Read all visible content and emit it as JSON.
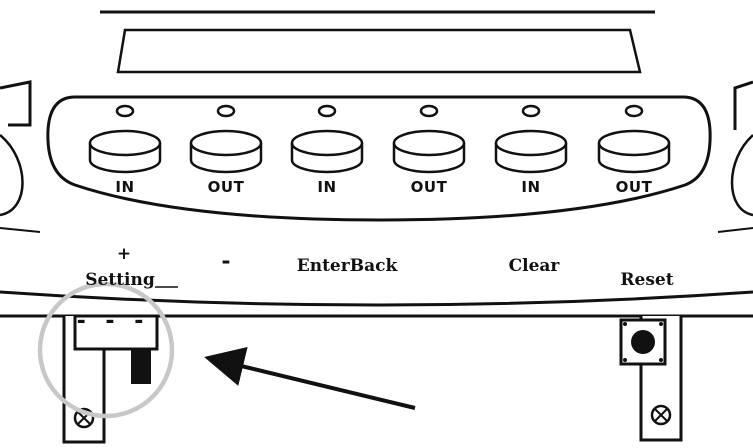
{
  "buttons": [
    {
      "label": "IN"
    },
    {
      "label": "OUT"
    },
    {
      "label": "IN"
    },
    {
      "label": "OUT"
    },
    {
      "label": "IN"
    },
    {
      "label": "OUT"
    }
  ],
  "keys": {
    "plus": "+",
    "setting": "Setting",
    "minus": "-",
    "enter_back": "EnterBack",
    "clear": "Clear",
    "reset": "Reset"
  },
  "switch_marks": "- - -",
  "colors": {
    "line": "#111111",
    "highlight_circle": "#c8c8c8",
    "background": "#ffffff"
  }
}
